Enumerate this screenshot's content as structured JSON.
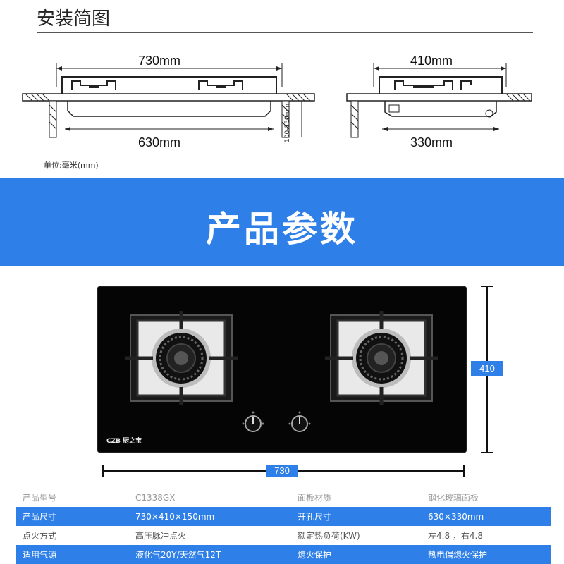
{
  "install": {
    "title": "安装简图",
    "width_total": "730mm",
    "width_cutout": "630mm",
    "depth_total": "410mm",
    "depth_cutout": "330mm",
    "height_range": "100-150mm",
    "unit_note": "单位:毫米(mm)"
  },
  "params": {
    "title": "产品参数",
    "dim_height": "410",
    "dim_width": "730",
    "brand": "CZB 厨之宝"
  },
  "specs": [
    [
      "产品型号",
      "C1338GX",
      "面板材质",
      "钢化玻璃面板"
    ],
    [
      "产品尺寸",
      "730×410×150mm",
      "开孔尺寸",
      "630×330mm"
    ],
    [
      "点火方式",
      "高压脉冲点火",
      "额定热负荷(KW)",
      "左4.8 ，右4.8"
    ],
    [
      "适用气源",
      "液化气20Y/天然气12T",
      "熄火保护",
      "热电偶熄火保护"
    ]
  ],
  "colors": {
    "accent": "#2f7fe8"
  }
}
